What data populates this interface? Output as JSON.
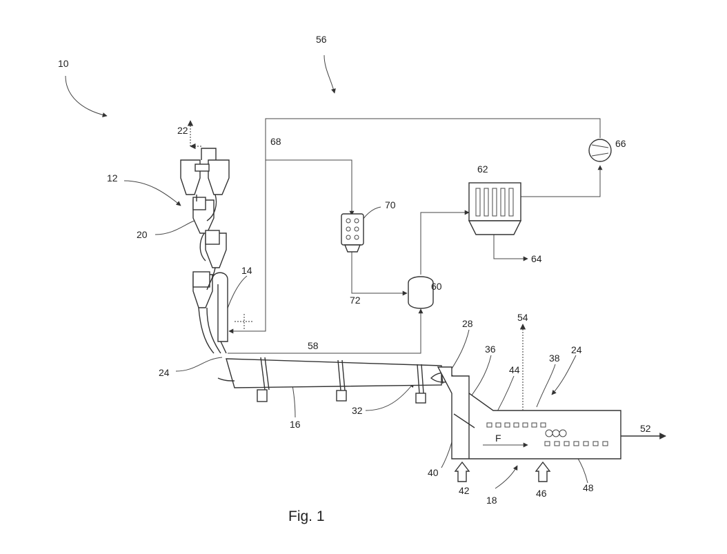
{
  "caption": "Fig. 1",
  "labels": {
    "l10": "10",
    "l12": "12",
    "l14": "14",
    "l16": "16",
    "l18": "18",
    "l20": "20",
    "l22": "22",
    "l24a": "24",
    "l24b": "24",
    "l28": "28",
    "l32": "32",
    "l36": "36",
    "l38": "38",
    "l40": "40",
    "l42": "42",
    "l44": "44",
    "l46": "46",
    "l48": "48",
    "l52": "52",
    "l54": "54",
    "l56": "56",
    "l58": "58",
    "l60": "60",
    "l62": "62",
    "l64": "64",
    "l66": "66",
    "l68": "68",
    "l70": "70",
    "l72": "72",
    "lF": "F"
  },
  "colors": {
    "line": "#333333",
    "background": "#ffffff"
  }
}
